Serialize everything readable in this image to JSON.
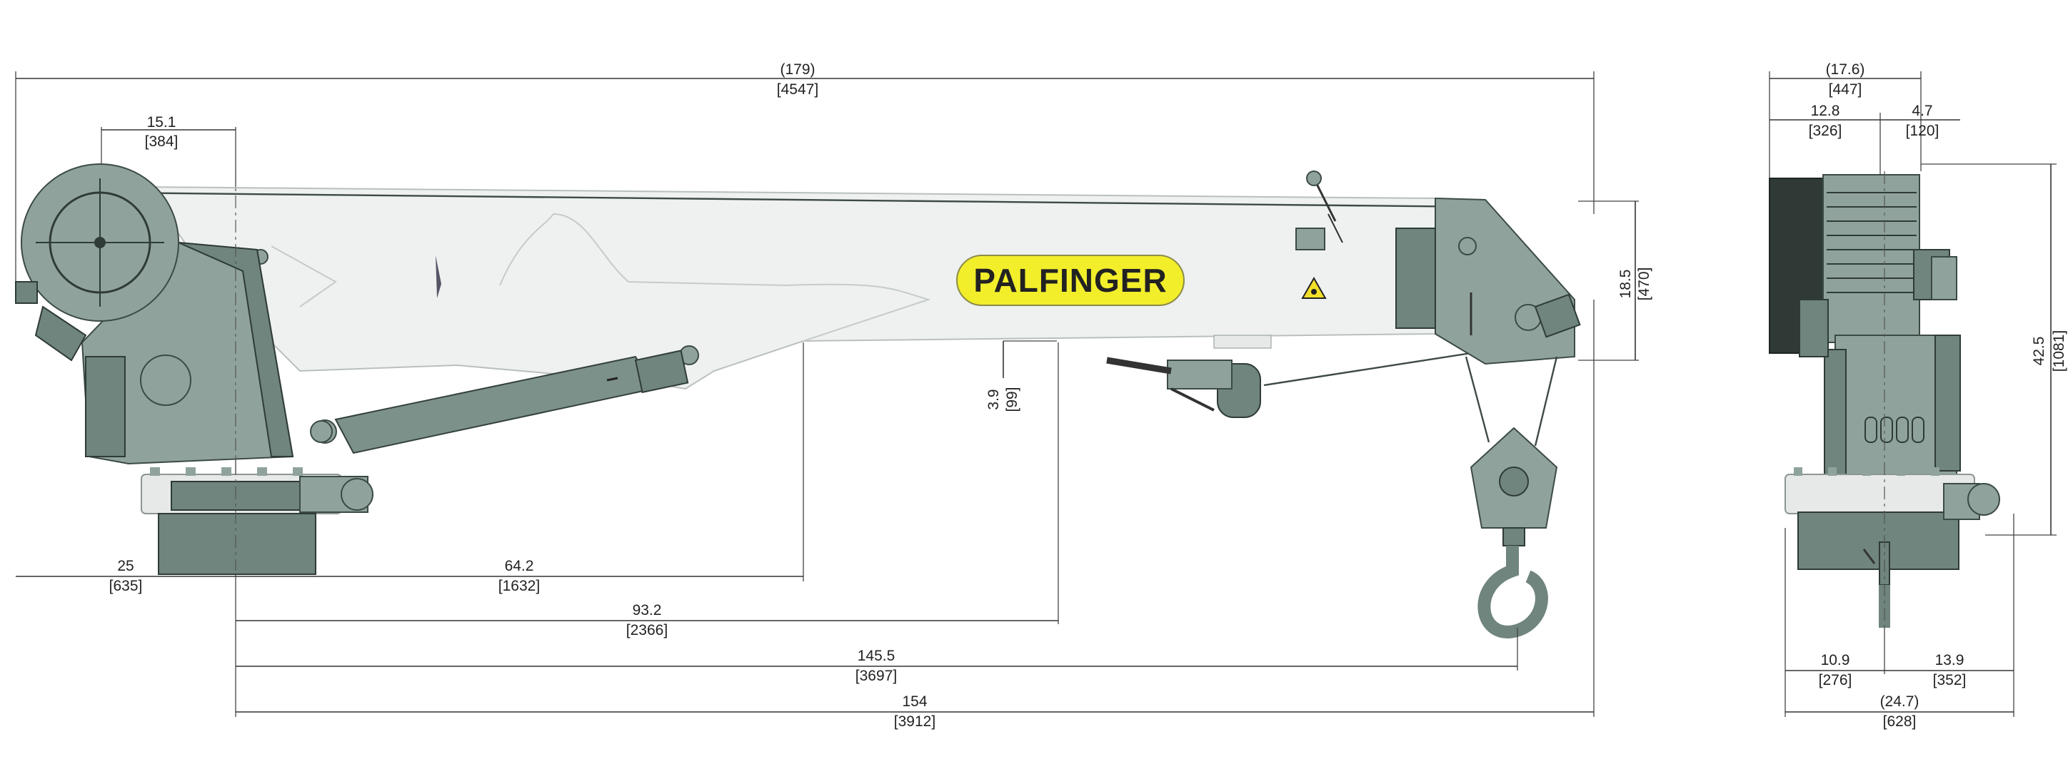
{
  "brand": {
    "logo_text": "PALFINGER",
    "logo_fill": "#f2ee2a",
    "logo_text_color": "#6f7f79",
    "steel_color": "#8fa39c",
    "boom_color": "#eef1ef"
  },
  "side_view": {
    "overall_length": {
      "in": "(179)",
      "mm": "[4547]"
    },
    "slew_offset": {
      "in": "15.1",
      "mm": "[384]"
    },
    "rear_to_slew": {
      "in": "25",
      "mm": "[635]"
    },
    "cylinder_reach": {
      "in": "64.2",
      "mm": "[1632]"
    },
    "pivot_reach": {
      "in": "93.2",
      "mm": "[2366]"
    },
    "hook_reach": {
      "in": "145.5",
      "mm": "[3697]"
    },
    "max_reach": {
      "in": "154",
      "mm": "[3912]"
    },
    "boom_height": {
      "in": "18.5",
      "mm": "[470]"
    },
    "drop": {
      "in": "3.9",
      "mm": "[99]"
    }
  },
  "front_view": {
    "top_width": {
      "in": "(17.6)",
      "mm": "[447]"
    },
    "winch_width": {
      "in": "12.8",
      "mm": "[326]"
    },
    "side_offset": {
      "in": "4.7",
      "mm": "[120]"
    },
    "total_height": {
      "in": "42.5",
      "mm": "[1081]"
    },
    "base_left": {
      "in": "10.9",
      "mm": "[276]"
    },
    "base_right": {
      "in": "13.9",
      "mm": "[352]"
    },
    "base_width": {
      "in": "(24.7)",
      "mm": "[628]"
    }
  },
  "icons": [
    "warning-triangle-icon",
    "hook-icon"
  ]
}
